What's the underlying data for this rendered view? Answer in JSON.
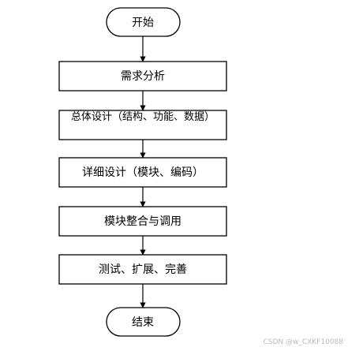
{
  "flowchart": {
    "start": "开始",
    "steps": [
      "需求分析",
      "总体设计（结构、功能、数据）",
      "详细设计（模块、编码）",
      "模块整合与调用",
      "测试、扩展、完善"
    ],
    "end": "结束"
  },
  "watermark": "CSDN @w_CXKF10088",
  "colors": {
    "line": "#000000",
    "background": "#ffffff",
    "watermark": "#b9b9b9"
  }
}
